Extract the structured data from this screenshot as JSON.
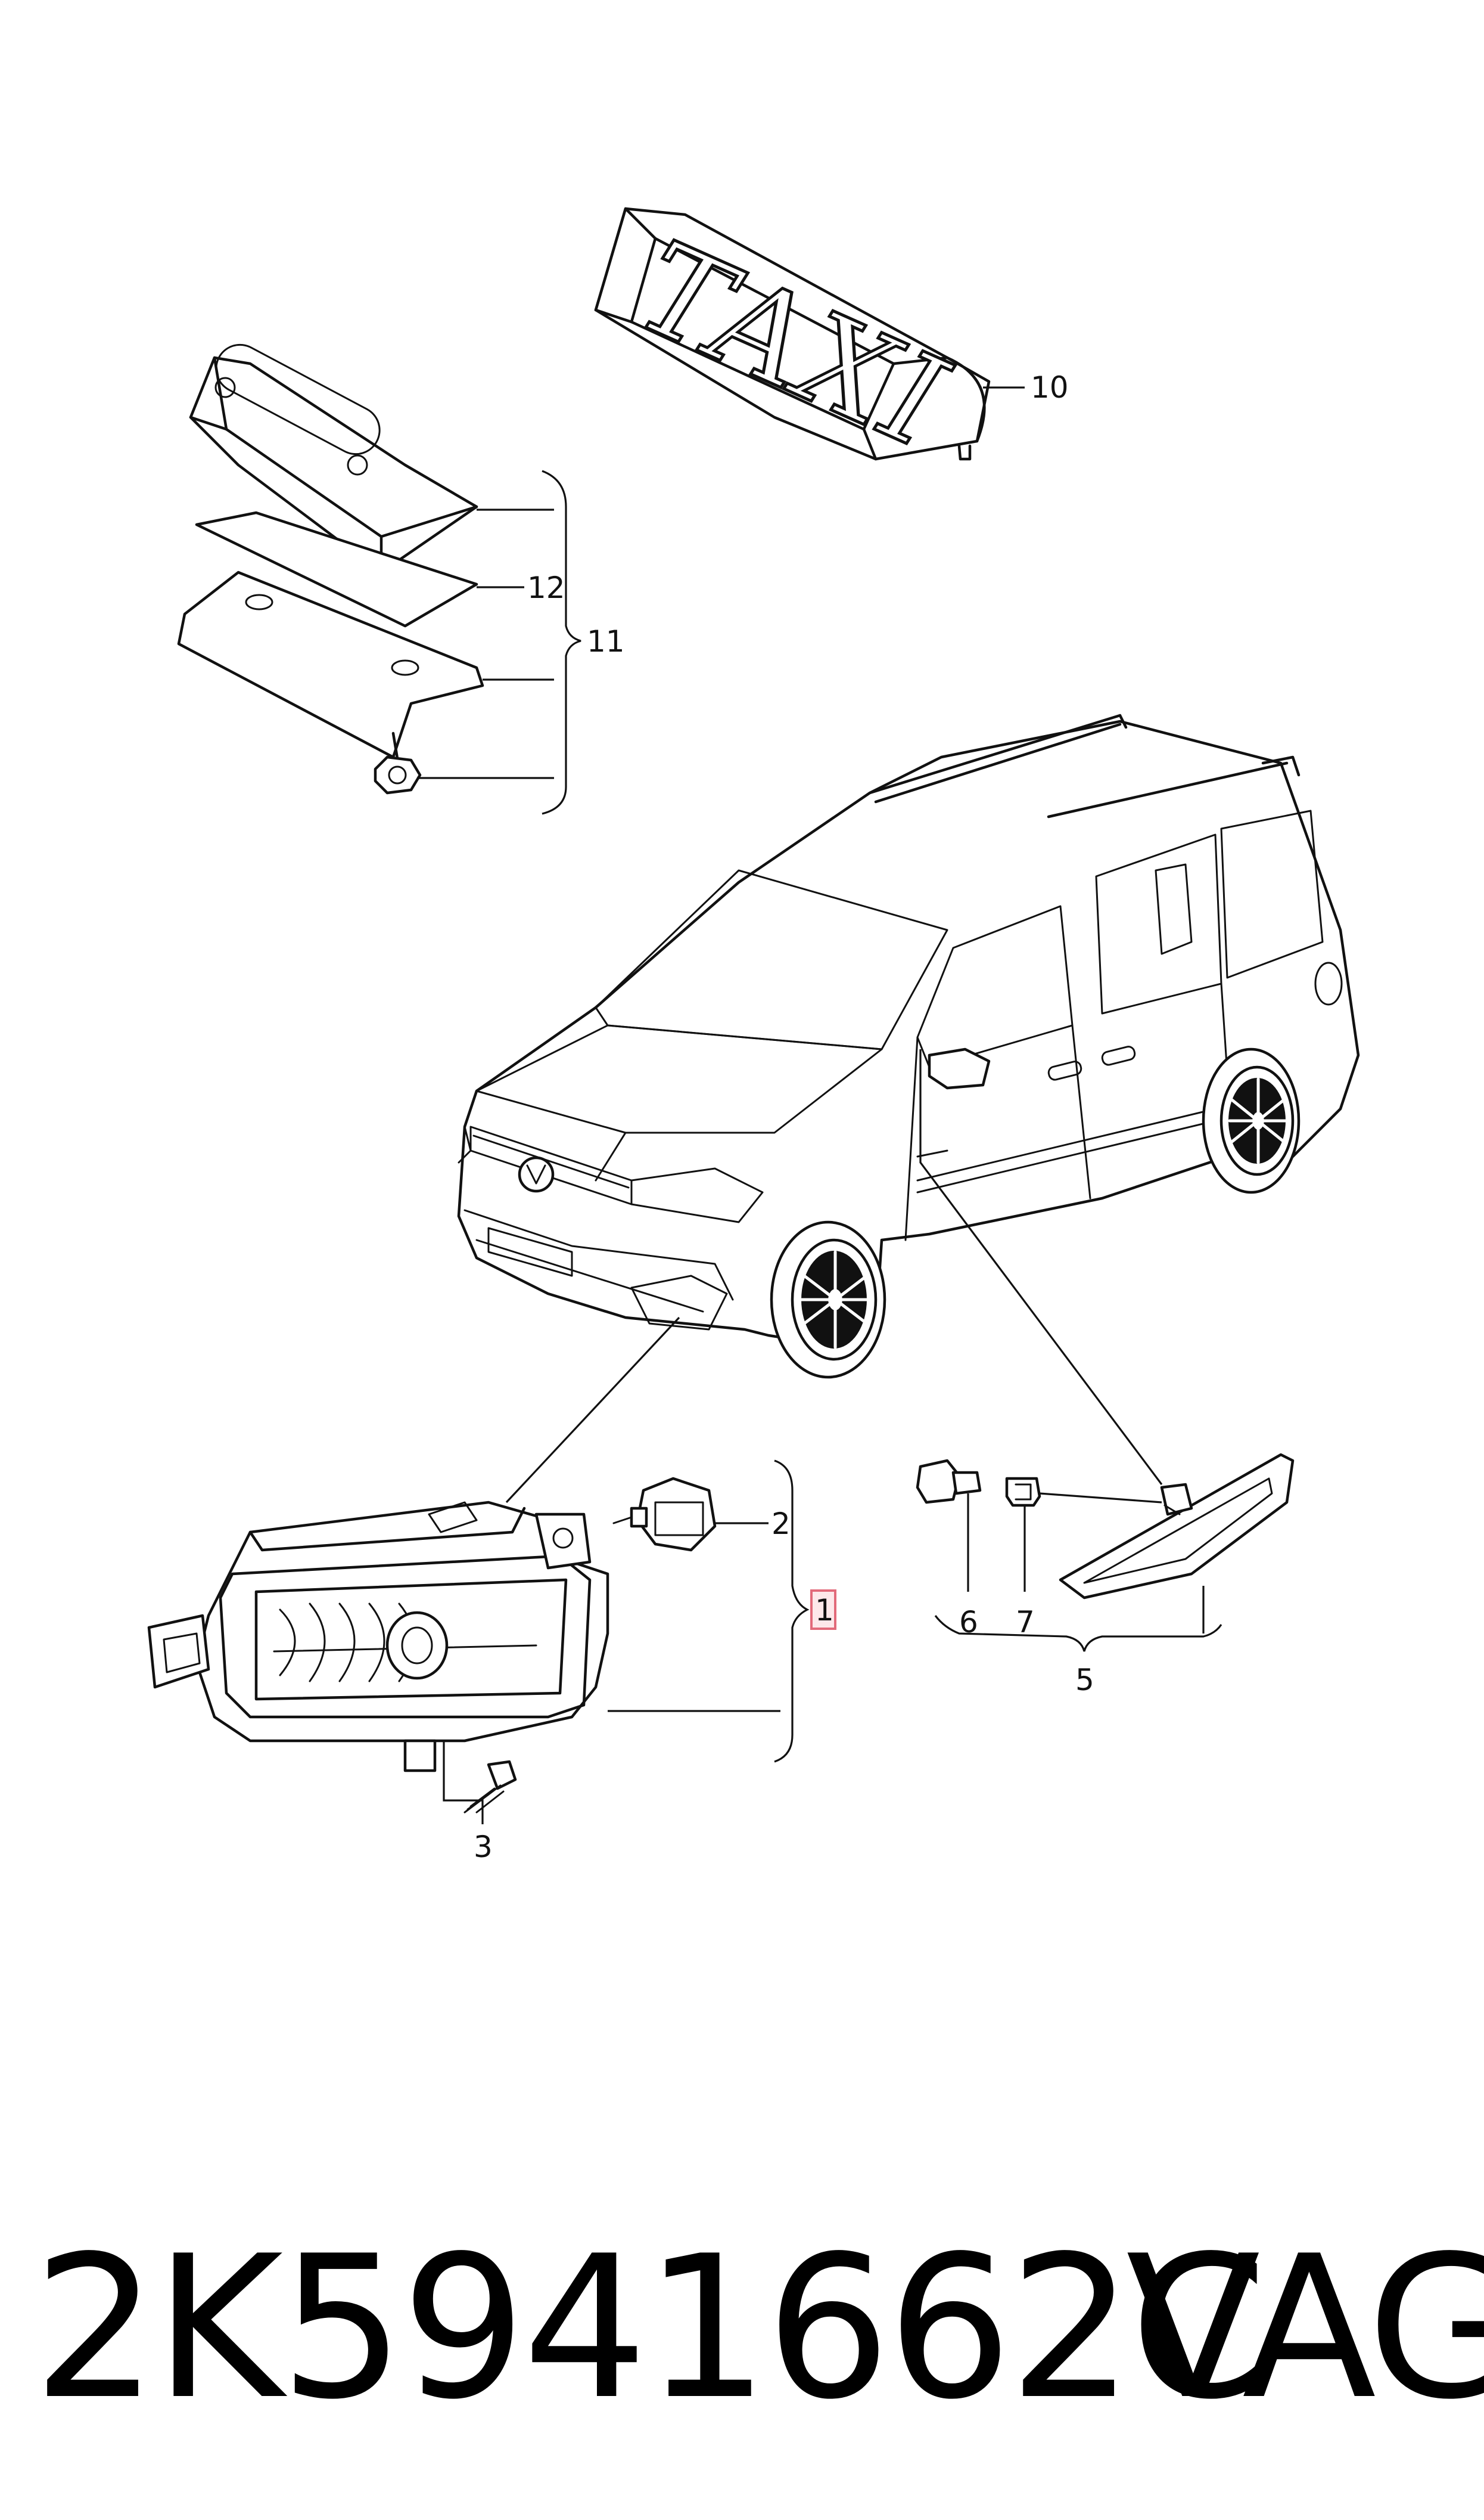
{
  "callouts": {
    "c1": "1",
    "c2": "2",
    "c3": "3",
    "c5": "5",
    "c6": "6",
    "c7": "7",
    "c10": "10",
    "c11": "11",
    "c12": "12"
  },
  "roof_sign_text": "TAXI",
  "part_number": "2K5941662C",
  "brand": "VAG",
  "colors": {
    "line": "#111111",
    "highlight_fill": "#fde8ea",
    "highlight_stroke": "#e26a7a"
  }
}
